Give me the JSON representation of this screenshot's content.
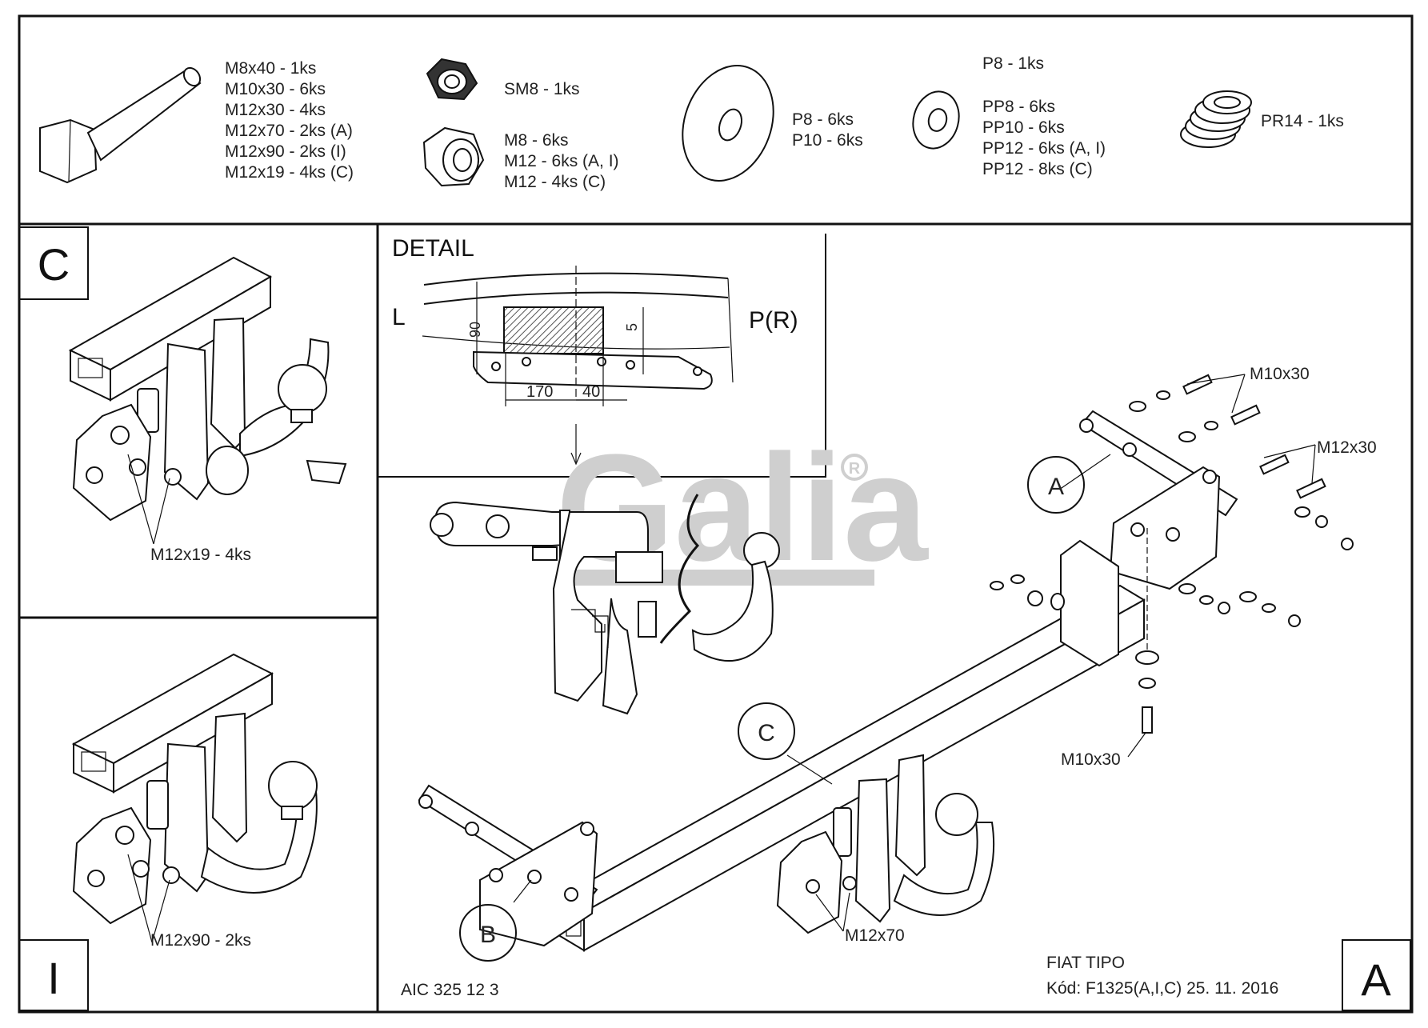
{
  "parts": {
    "bolts": [
      "M8x40 - 1ks",
      "M10x30 - 6ks",
      "M12x30 - 4ks",
      "M12x70 - 2ks (A)",
      "M12x90 - 2ks (I)",
      "M12x19 - 4ks (C)"
    ],
    "nut_sm": "SM8 - 1ks",
    "nuts": [
      "M8 - 6ks",
      "M12 - 6ks (A, I)",
      "M12 - 4ks (C)"
    ],
    "washers_large": [
      "P8 - 6ks",
      "P10 - 6ks"
    ],
    "washer_p8": "P8 - 1ks",
    "washers_small": [
      "PP8 - 6ks",
      "PP10 - 6ks",
      "PP12 - 6ks (A, I)",
      "PP12 - 8ks (C)"
    ],
    "spring": "PR14 - 1ks"
  },
  "panel_c": {
    "letter": "C",
    "bolt_label": "M12x19 - 4ks"
  },
  "panel_i": {
    "letter": "I",
    "bolt_label": "M12x90 - 2ks"
  },
  "detail": {
    "title": "DETAIL",
    "left": "L",
    "right": "P(R)",
    "dim_90": "90",
    "dim_5": "5",
    "dim_170": "170",
    "dim_40": "40"
  },
  "main": {
    "label_a": "A",
    "label_b": "B",
    "label_c": "C",
    "m10x30_top": "M10x30",
    "m12x30": "M12x30",
    "m10x30_bottom": "M10x30",
    "m12x70": "M12x70",
    "code_left": "AIC 325 12 3",
    "car": "FIAT TIPO",
    "code": "Kód: F1325(A,I,C)  25. 11. 2016",
    "corner_letter": "A"
  },
  "logo": {
    "text": "Galia",
    "mark": "®"
  }
}
